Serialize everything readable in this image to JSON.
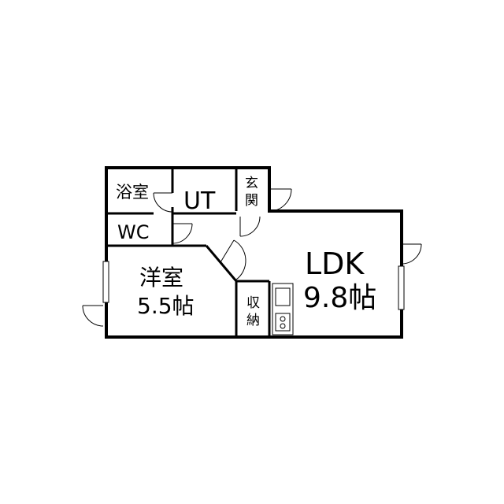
{
  "rooms": {
    "ldk": {
      "name": "LDK",
      "size": "9.8帖"
    },
    "western": {
      "name": "洋室",
      "size": "5.5帖"
    },
    "bath": {
      "name": "浴室"
    },
    "ut": {
      "name": "UT"
    },
    "wc": {
      "name": "WC"
    },
    "entrance": {
      "line1": "玄",
      "line2": "関"
    },
    "storage": {
      "line1": "収",
      "line2": "納"
    }
  }
}
